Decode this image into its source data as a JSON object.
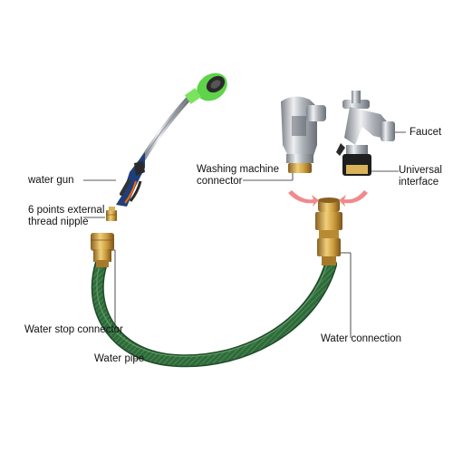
{
  "labels": {
    "water_gun": "water gun",
    "nipple": [
      "6 points external",
      "thread nipple"
    ],
    "water_stop": "Water stop connector",
    "water_pipe": "Water pipe",
    "washing_machine": [
      "Washing machine",
      "connector"
    ],
    "faucet": "Faucet",
    "universal": [
      "Universal",
      "interface"
    ],
    "water_connection": "Water connection"
  },
  "colors": {
    "hose_green": "#2f6b3a",
    "nozzle_green": "#5fd34a",
    "gun_blue": "#1f3f7a",
    "brass": "#c99a3c",
    "chrome": "#b8bcc2",
    "arrow_pink": "#f08a8a"
  }
}
